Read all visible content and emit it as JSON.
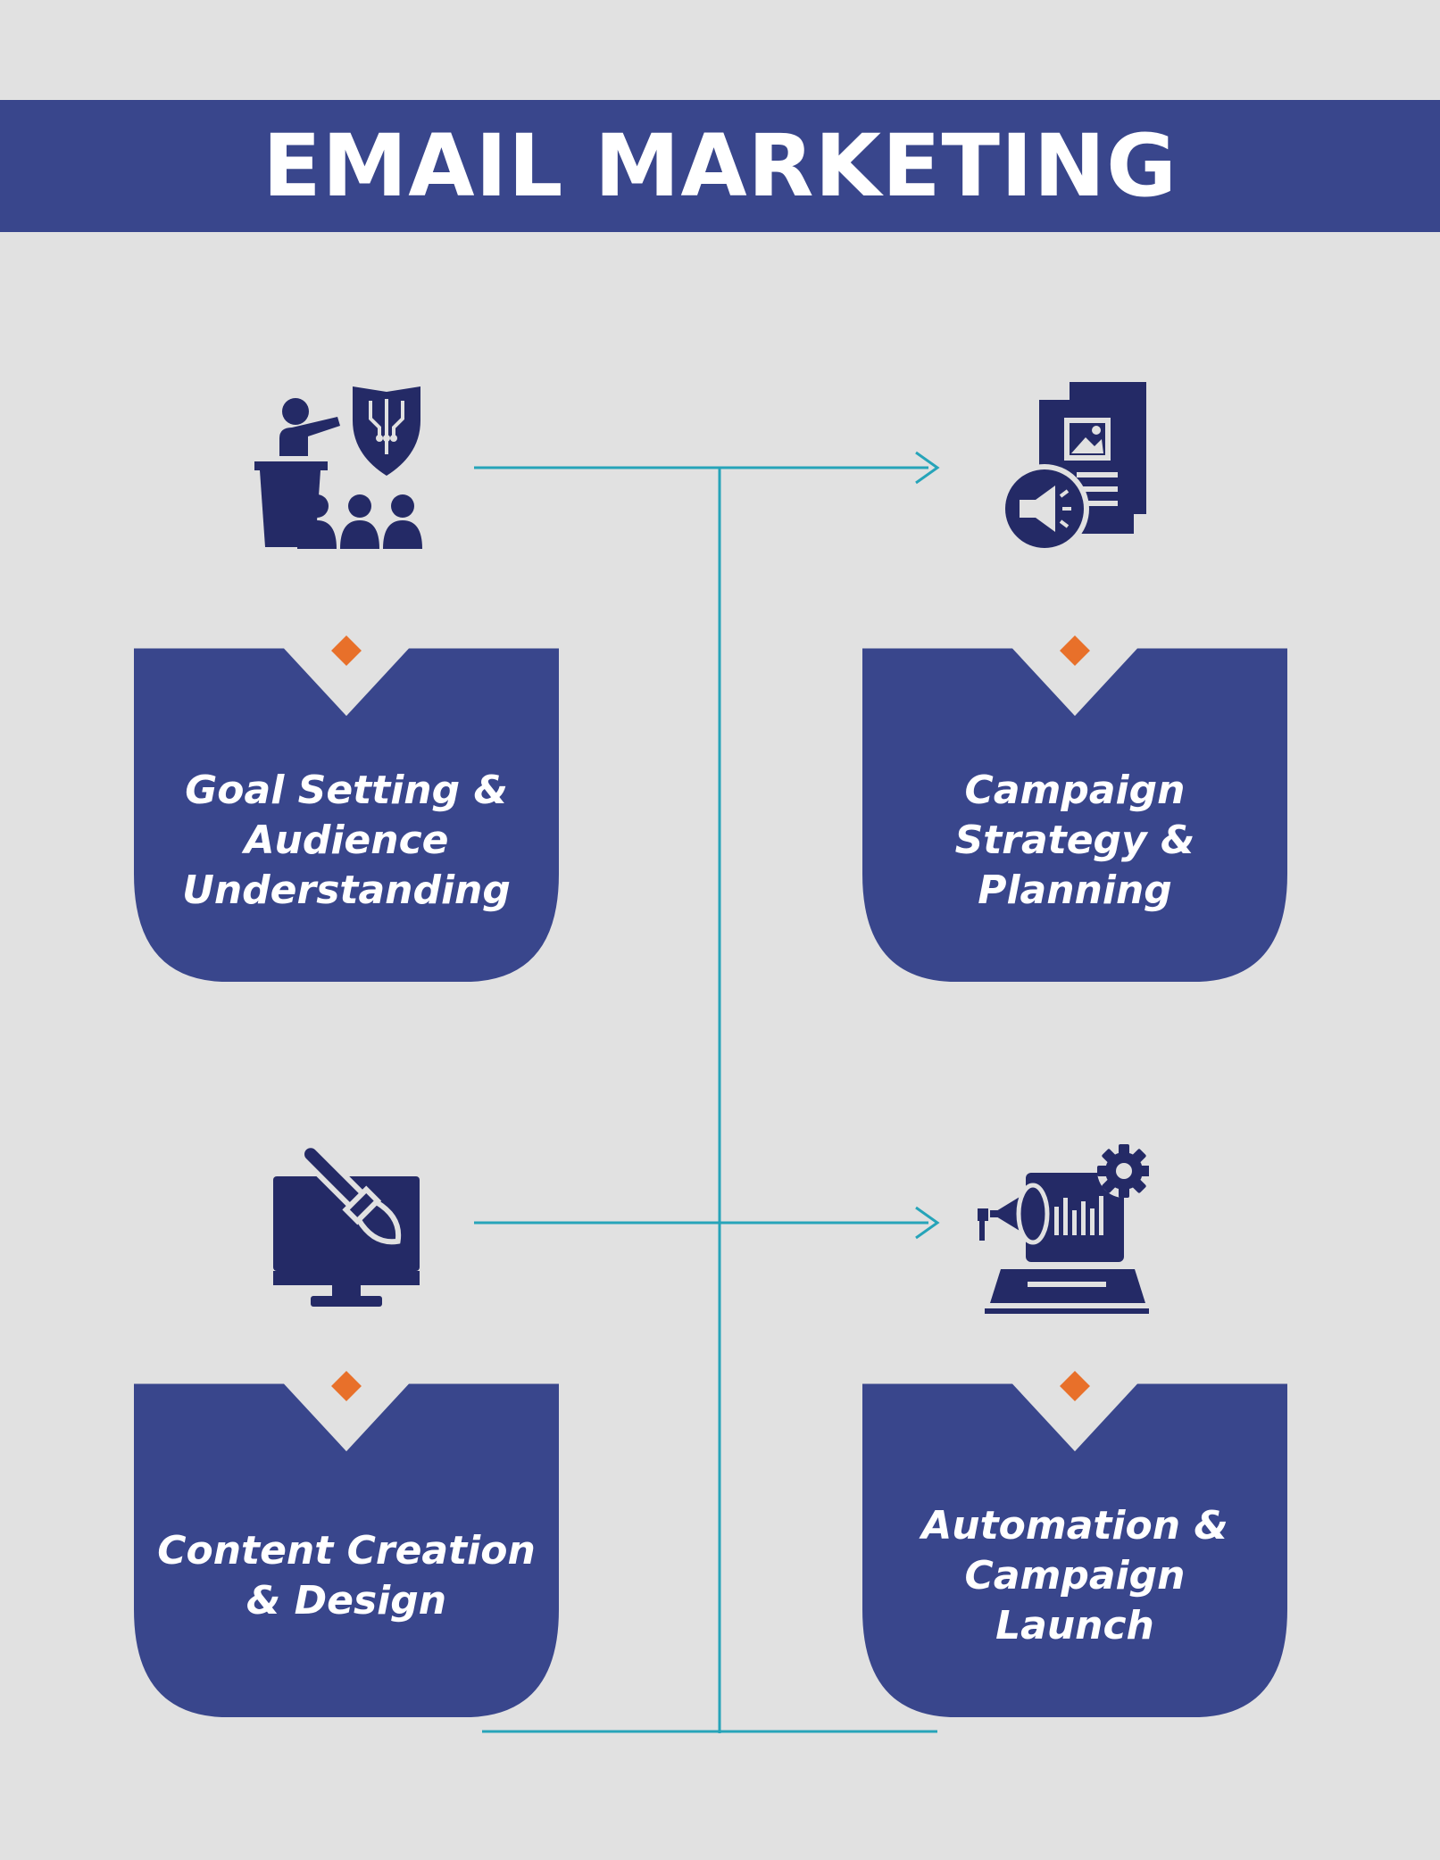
{
  "title": "EMAIL MARKETING",
  "steps": [
    {
      "label": "Goal Setting & Audience Understanding",
      "icon": "presentation-shield-audience-icon"
    },
    {
      "label": "Campaign Strategy & Planning",
      "icon": "documents-megaphone-icon"
    },
    {
      "label": "Content Creation & Design",
      "icon": "monitor-paintbrush-icon"
    },
    {
      "label": "Automation & Campaign Launch",
      "icon": "laptop-megaphone-gear-icon"
    }
  ],
  "colors": {
    "background": "#e1e1e1",
    "primary": "#39468c",
    "icon": "#242a66",
    "accent": "#e8702a",
    "connector": "#26a4b9",
    "text": "#ffffff"
  }
}
